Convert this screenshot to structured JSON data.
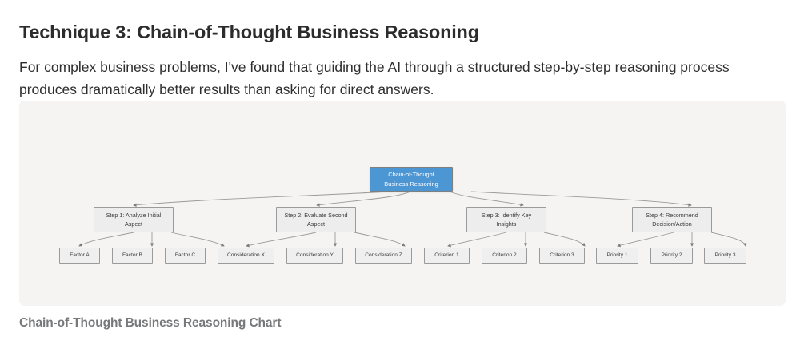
{
  "article": {
    "heading": "Technique 3: Chain-of-Thought Business Reasoning",
    "paragraph": "For complex business problems, I've found that guiding the AI through a structured step-by-step reasoning process produces dramatically better results than asking for direct answers."
  },
  "figure": {
    "caption": "Chain-of-Thought Business Reasoning Chart",
    "background": "#f5f4f2"
  },
  "chart_data": {
    "type": "diagram",
    "title": "Chain-of-Thought Business Reasoning Chart",
    "orientation": "top-down-tree",
    "levels": 3,
    "edge_style": "curved-bezier-with-arrowhead",
    "edge_color": "#9a9a9a",
    "colors": {
      "root_fill": "#4d96d4",
      "root_text": "#ffffff",
      "node_fill": "#ededed",
      "node_border": "#9a9a9a",
      "node_text": "#3a3a3a",
      "panel_background": "#f5f4f2"
    },
    "root": {
      "id": "root",
      "label": "Chain-of-Thought Business Reasoning",
      "line1": "Chain-of-Thought",
      "line2": "Business Reasoning"
    },
    "branches": [
      {
        "id": "step1",
        "label": "Step 1: Analyze Initial Aspect",
        "line1": "Step 1: Analyze Initial",
        "line2": "Aspect",
        "children": [
          "Factor A",
          "Factor B",
          "Factor C"
        ]
      },
      {
        "id": "step2",
        "label": "Step 2: Evaluate Second Aspect",
        "line1": "Step 2: Evaluate Second",
        "line2": "Aspect",
        "children": [
          "Consideration X",
          "Consideration Y",
          "Consideration Z"
        ]
      },
      {
        "id": "step3",
        "label": "Step 3: Identify Key Insights",
        "line1": "Step 3: Identify Key",
        "line2": "Insights",
        "children": [
          "Criterion 1",
          "Criterion 2",
          "Criterion 3"
        ]
      },
      {
        "id": "step4",
        "label": "Step 4: Recommend Decision/Action",
        "line1": "Step 4: Recommend",
        "line2": "Decision/Action",
        "children": [
          "Priority 1",
          "Priority 2",
          "Priority 3"
        ]
      }
    ],
    "leaves": [
      "Factor A",
      "Factor B",
      "Factor C",
      "Consideration X",
      "Consideration Y",
      "Consideration Z",
      "Criterion 1",
      "Criterion 2",
      "Criterion 3",
      "Priority 1",
      "Priority 2",
      "Priority 3"
    ]
  }
}
